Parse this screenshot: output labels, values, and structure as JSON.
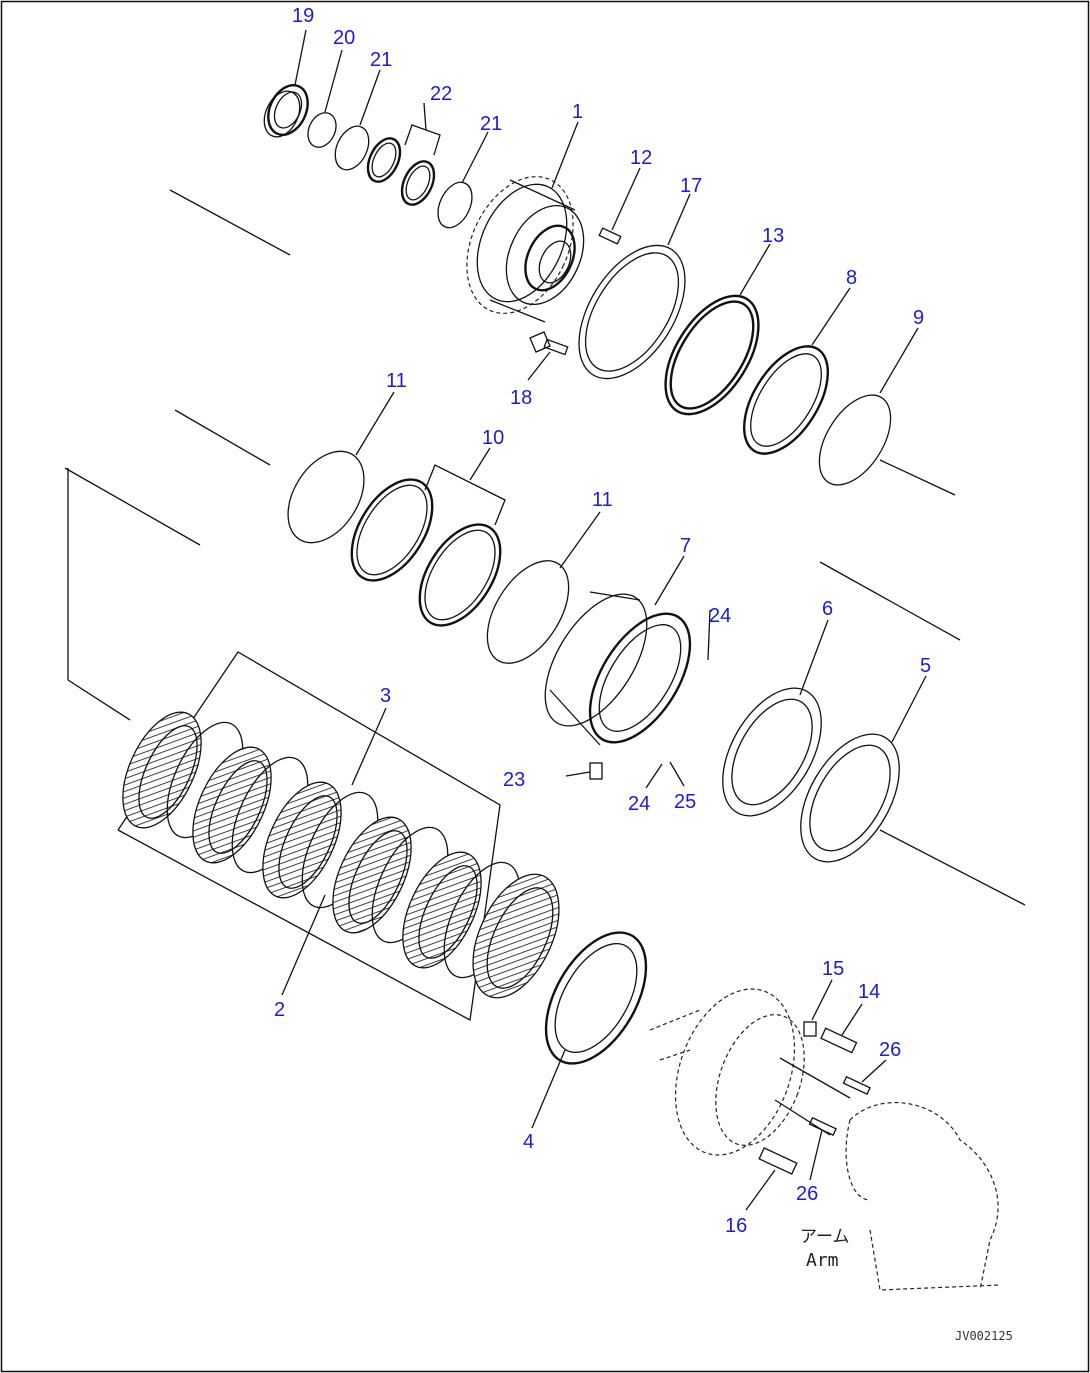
{
  "callouts": [
    {
      "id": "c19",
      "text": "19"
    },
    {
      "id": "c20",
      "text": "20"
    },
    {
      "id": "c21a",
      "text": "21"
    },
    {
      "id": "c22",
      "text": "22"
    },
    {
      "id": "c21b",
      "text": "21"
    },
    {
      "id": "c1",
      "text": "1"
    },
    {
      "id": "c12",
      "text": "12"
    },
    {
      "id": "c17",
      "text": "17"
    },
    {
      "id": "c13",
      "text": "13"
    },
    {
      "id": "c8",
      "text": "8"
    },
    {
      "id": "c9",
      "text": "9"
    },
    {
      "id": "c18",
      "text": "18"
    },
    {
      "id": "c11a",
      "text": "11"
    },
    {
      "id": "c10",
      "text": "10"
    },
    {
      "id": "c11b",
      "text": "11"
    },
    {
      "id": "c7",
      "text": "7"
    },
    {
      "id": "c24a",
      "text": "24"
    },
    {
      "id": "c6",
      "text": "6"
    },
    {
      "id": "c5",
      "text": "5"
    },
    {
      "id": "c3",
      "text": "3"
    },
    {
      "id": "c23",
      "text": "23"
    },
    {
      "id": "c24b",
      "text": "24"
    },
    {
      "id": "c25",
      "text": "25"
    },
    {
      "id": "c2",
      "text": "2"
    },
    {
      "id": "c4",
      "text": "4"
    },
    {
      "id": "c15",
      "text": "15"
    },
    {
      "id": "c14",
      "text": "14"
    },
    {
      "id": "c26a",
      "text": "26"
    },
    {
      "id": "c26b",
      "text": "26"
    },
    {
      "id": "c16",
      "text": "16"
    }
  ],
  "arm_label_jp": "アーム",
  "arm_label_en": "Arm",
  "drawing_code": "JV002125"
}
